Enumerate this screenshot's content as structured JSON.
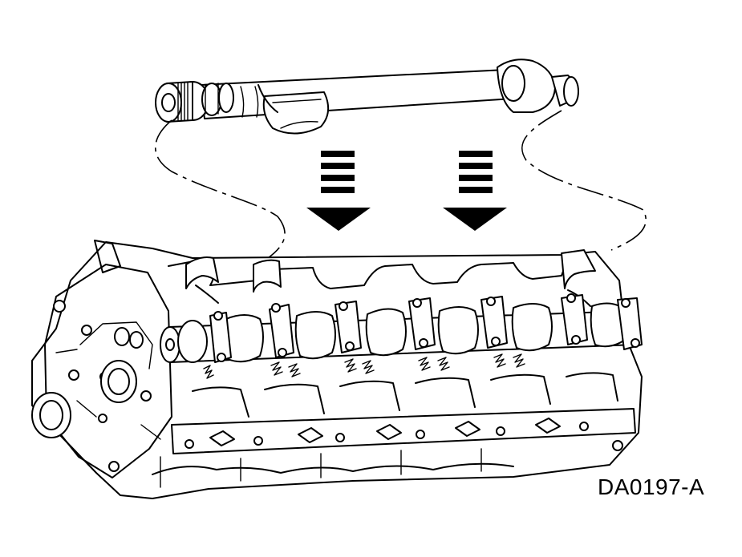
{
  "figure": {
    "code": "DA0197-A",
    "stroke_color": "#000000",
    "background_color": "#ffffff",
    "parts": [
      "camshaft",
      "cylinder-head",
      "camshaft-bearing-journals",
      "downward-installation-arrows"
    ]
  }
}
